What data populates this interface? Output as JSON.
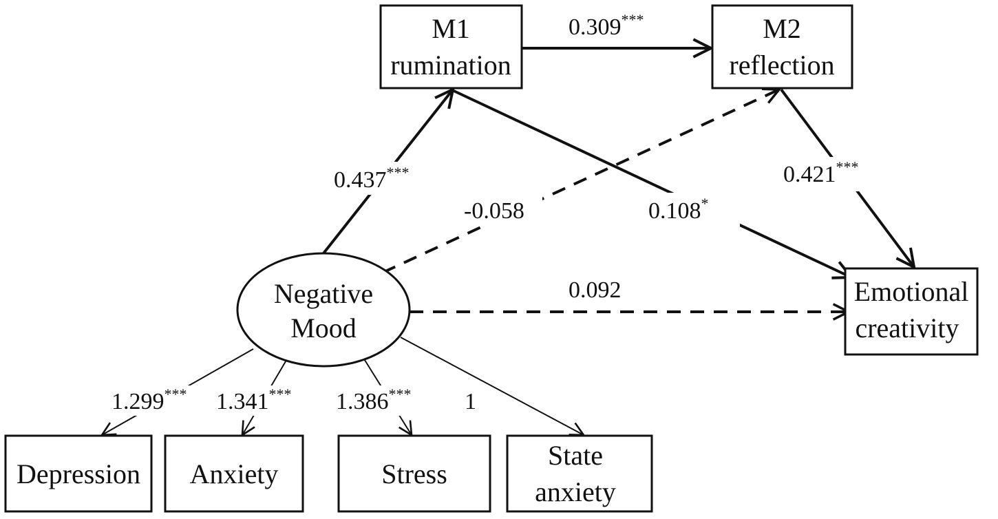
{
  "nodes": {
    "m1": {
      "line1": "M1",
      "line2": "rumination"
    },
    "m2": {
      "line1": "M2",
      "line2": "reflection"
    },
    "neg": {
      "line1": "Negative",
      "line2": "Mood"
    },
    "ec": {
      "line1": "Emotional",
      "line2": "creativity"
    },
    "depression": {
      "label": "Depression"
    },
    "anxiety": {
      "label": "Anxiety"
    },
    "stress": {
      "label": "Stress"
    },
    "state": {
      "line1": "State",
      "line2": "anxiety"
    }
  },
  "paths": {
    "neg_m1": {
      "value": "0.437",
      "sig": "***"
    },
    "m1_m2": {
      "value": "0.309",
      "sig": "***"
    },
    "m2_ec": {
      "value": "0.421",
      "sig": "***"
    },
    "neg_m2": {
      "value": "-0.058",
      "sig": ""
    },
    "m1_ec": {
      "value": "0.108",
      "sig": "*"
    },
    "neg_ec": {
      "value": "0.092",
      "sig": ""
    },
    "load_depression": {
      "value": "1.299",
      "sig": "***"
    },
    "load_anxiety": {
      "value": "1.341",
      "sig": "***"
    },
    "load_stress": {
      "value": "1.386",
      "sig": "***"
    },
    "load_state": {
      "value": "1",
      "sig": ""
    }
  },
  "colors": {
    "ink": "#111111",
    "background": "#ffffff"
  }
}
